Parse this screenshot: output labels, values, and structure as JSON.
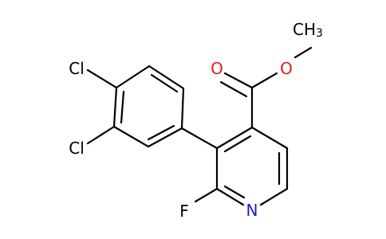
{
  "molecule": {
    "atoms": {
      "cl_para": "Cl",
      "cl_meta": "Cl",
      "fluorine": "F",
      "nitrogen": "N",
      "carbonyl_oxygen": "O",
      "ester_oxygen": "O",
      "methyl": "CH",
      "methyl_subscript": "3"
    },
    "colors": {
      "bond": "#000000",
      "oxygen": "#e11c1c",
      "nitrogen": "#1b1bd6",
      "text": "#000000"
    }
  }
}
